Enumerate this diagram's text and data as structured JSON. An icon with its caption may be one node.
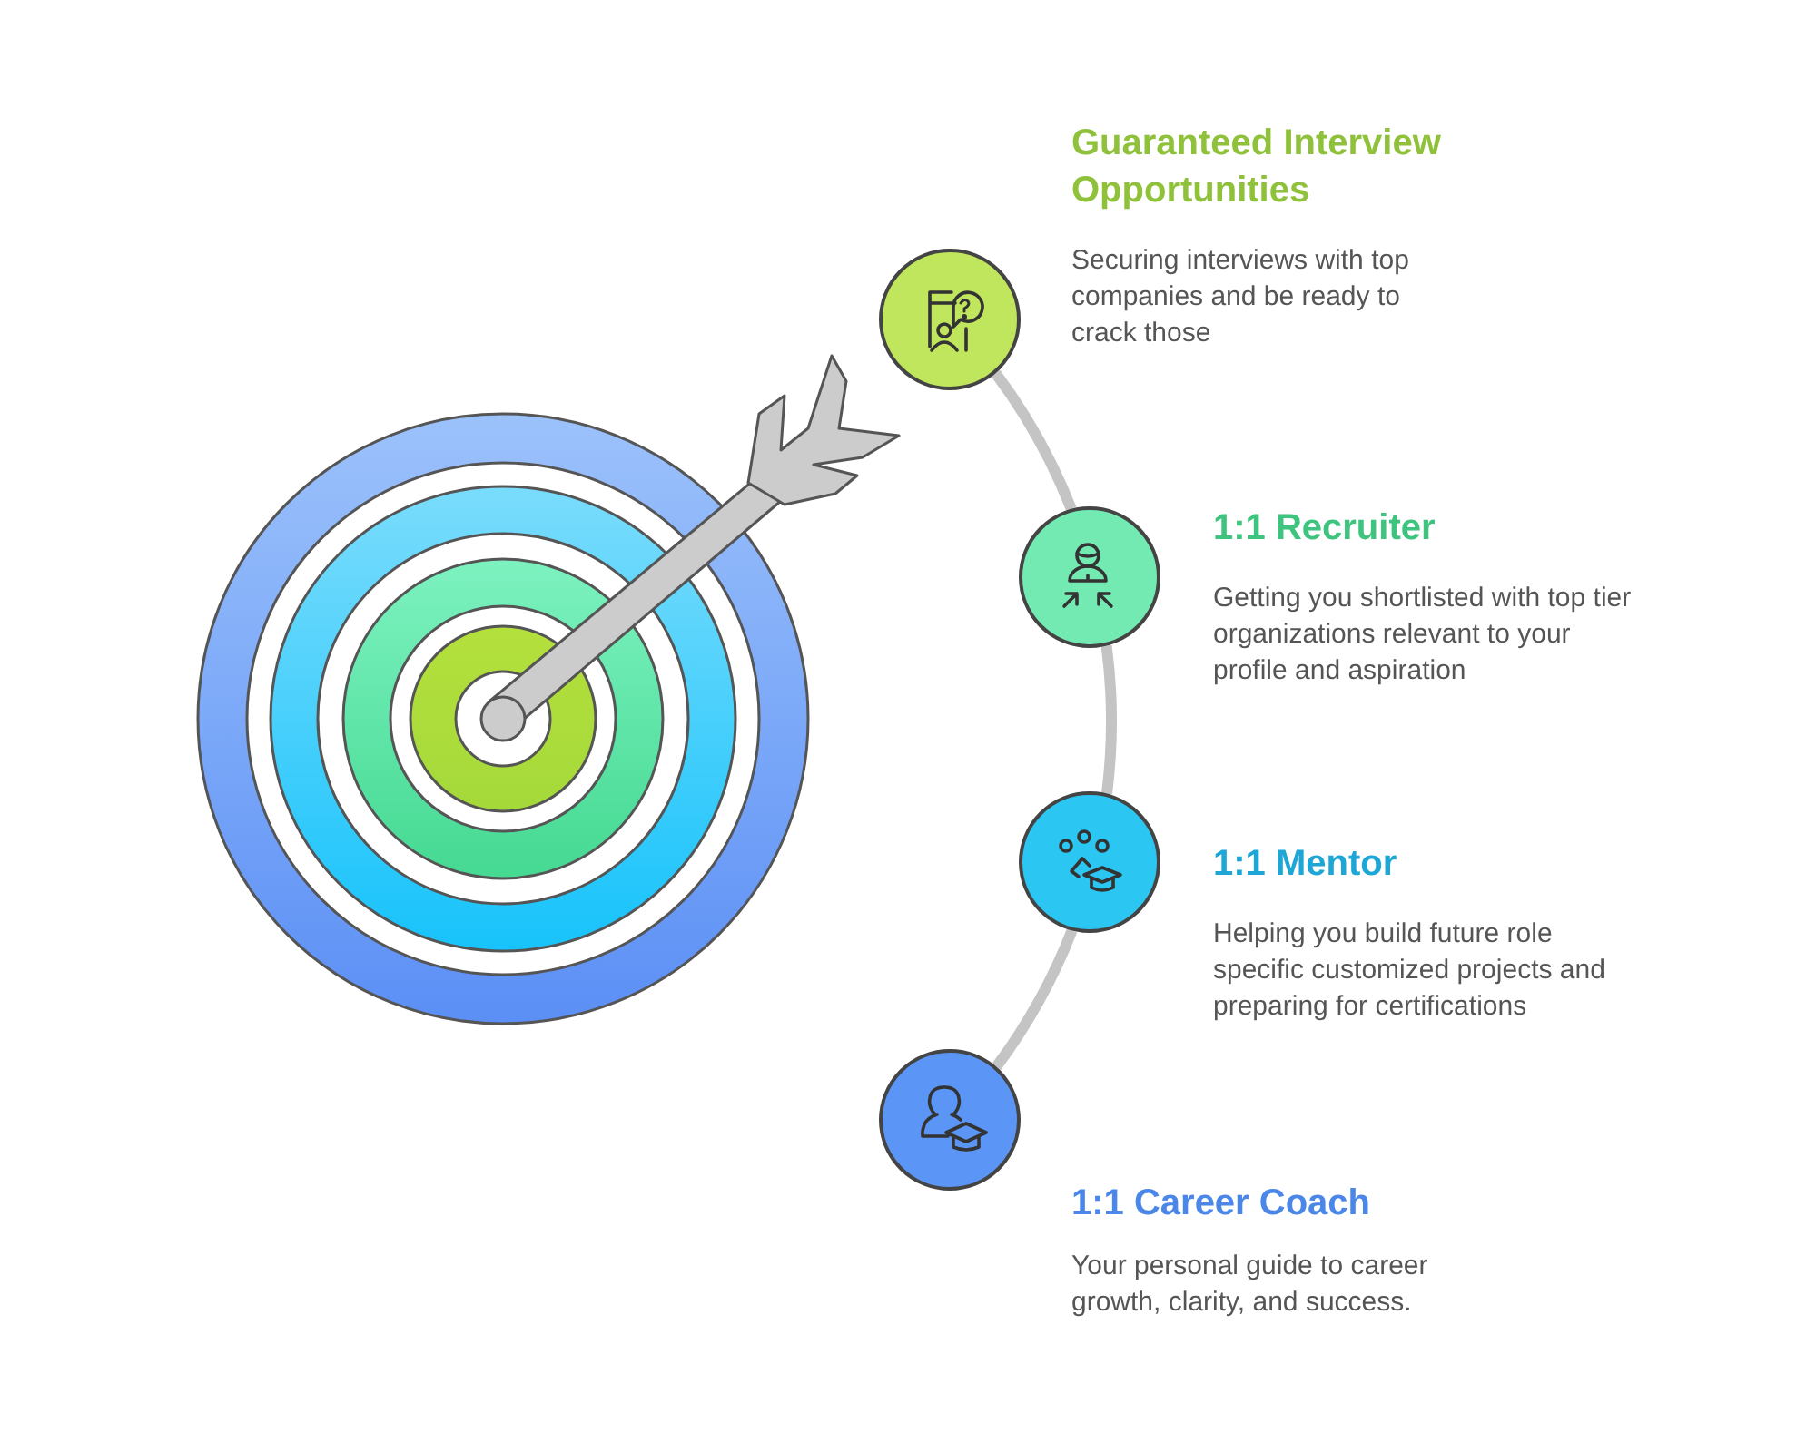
{
  "diagram": {
    "nodes": [
      {
        "text": [],
        "shape": "circle",
        "beside": [
          "Guaranteed Interview Opportunities",
          "Securing interviews with top companies and be ready to crack those"
        ]
      },
      {
        "text": [],
        "shape": "circle",
        "beside": [
          "1:1 Recruiter",
          "Getting you shortlisted with top tier organizations relevant to your profile and aspiration"
        ]
      },
      {
        "text": [],
        "shape": "circle",
        "beside": [
          "1:1 Mentor",
          "Helping you build future role specific customized projects and preparing for certifications"
        ]
      },
      {
        "text": [],
        "shape": "circle",
        "beside": [
          "1:1 Career Coach",
          "Your personal guide to career growth, clarity, and success."
        ]
      }
    ],
    "edges": [
      {
        "from": 0,
        "to": 1,
        "arrow": "none"
      },
      {
        "from": 1,
        "to": 2,
        "arrow": "none"
      },
      {
        "from": 2,
        "to": 3,
        "arrow": "none"
      }
    ]
  }
}
